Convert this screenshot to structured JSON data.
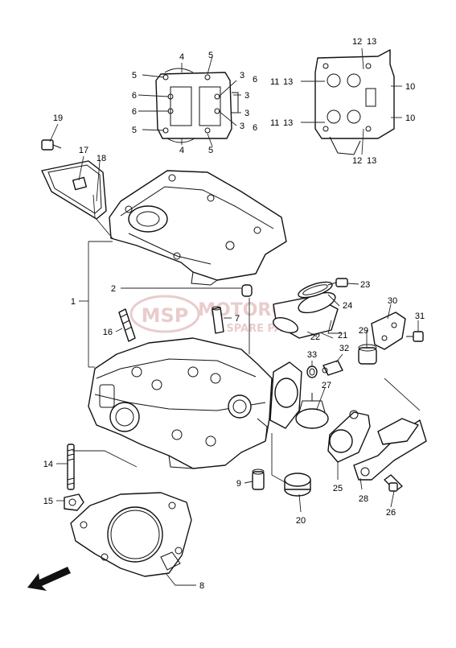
{
  "watermark": {
    "badge": "MSP",
    "line1": "MOTORCYCLE",
    "line2": "SPARE PARTS",
    "color": "#d9a3a3"
  },
  "callouts": {
    "c1": "1",
    "c2": "2",
    "c3a": "3",
    "c3b": "3",
    "c3c": "3",
    "c3d": "3",
    "c4a": "4",
    "c4b": "4",
    "c5a": "5",
    "c5b": "5",
    "c5c": "5",
    "c5d": "5",
    "c6a": "6",
    "c6b": "6",
    "c6c": "6",
    "c6d": "6",
    "c7": "7",
    "c8": "8",
    "c9": "9",
    "c10a": "10",
    "c10b": "10",
    "c11a": "11",
    "c11b": "11",
    "c12a": "12",
    "c12b": "12",
    "c13a": "13",
    "c13b": "13",
    "c13c": "13",
    "c13d": "13",
    "c14": "14",
    "c15": "15",
    "c16": "16",
    "c17": "17",
    "c18": "18",
    "c19": "19",
    "c20": "20",
    "c21": "21",
    "c22": "22",
    "c23": "23",
    "c24": "24",
    "c25": "25",
    "c26": "26",
    "c27": "27",
    "c28": "28",
    "c29": "29",
    "c30": "30",
    "c31": "31",
    "c32": "32",
    "c33": "33"
  }
}
